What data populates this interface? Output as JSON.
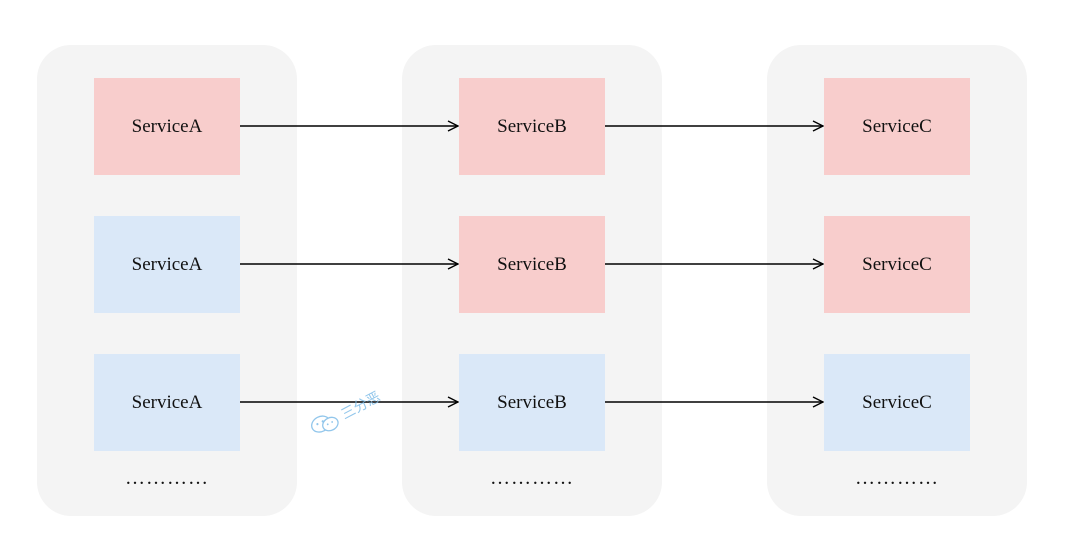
{
  "colors": {
    "column_bg": "#f4f4f4",
    "red_node": "#f8cdcc",
    "blue_node": "#dae8f8",
    "arrow": "#000000",
    "watermark": "#7fbde8"
  },
  "columns": [
    {
      "nodes": [
        {
          "label": "ServiceA",
          "color": "red"
        },
        {
          "label": "ServiceA",
          "color": "blue"
        },
        {
          "label": "ServiceA",
          "color": "blue"
        }
      ],
      "ellipsis": "…………"
    },
    {
      "nodes": [
        {
          "label": "ServiceB",
          "color": "red"
        },
        {
          "label": "ServiceB",
          "color": "red"
        },
        {
          "label": "ServiceB",
          "color": "blue"
        }
      ],
      "ellipsis": "…………"
    },
    {
      "nodes": [
        {
          "label": "ServiceC",
          "color": "red"
        },
        {
          "label": "ServiceC",
          "color": "red"
        },
        {
          "label": "ServiceC",
          "color": "blue"
        }
      ],
      "ellipsis": "…………"
    }
  ],
  "watermark": {
    "text": "三分恶",
    "icon": "wechat-icon"
  }
}
